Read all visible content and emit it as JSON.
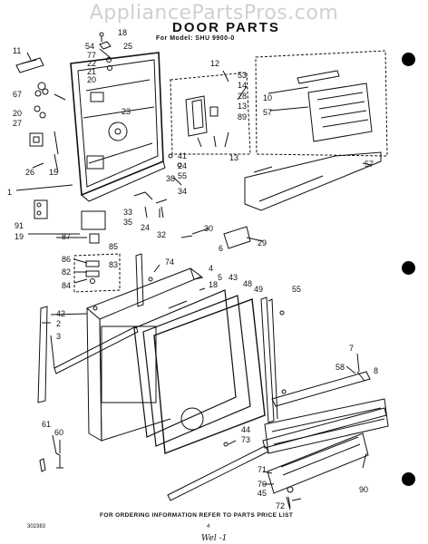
{
  "watermark": "AppliancePartsPros.com",
  "title": "DOOR PARTS",
  "model": "For Model: SHU 9900-0",
  "footer": "FOR ORDERING INFORMATION REFER TO PARTS PRICE LIST",
  "code": "302383",
  "page": "4",
  "scribble": "Wel -1",
  "callouts": [
    {
      "id": "c18a",
      "label": "18"
    },
    {
      "id": "c54",
      "label": "54"
    },
    {
      "id": "c25",
      "label": "25"
    },
    {
      "id": "c11",
      "label": "11"
    },
    {
      "id": "c77a",
      "label": "77"
    },
    {
      "id": "c22",
      "label": "22"
    },
    {
      "id": "c21",
      "label": "21"
    },
    {
      "id": "c20a",
      "label": "20"
    },
    {
      "id": "c67",
      "label": "67"
    },
    {
      "id": "c20b",
      "label": "20"
    },
    {
      "id": "c27",
      "label": "27"
    },
    {
      "id": "c26",
      "label": "26"
    },
    {
      "id": "c15",
      "label": "15"
    },
    {
      "id": "c1",
      "label": "1"
    },
    {
      "id": "c23",
      "label": "23"
    },
    {
      "id": "c12",
      "label": "12"
    },
    {
      "id": "c53",
      "label": "53"
    },
    {
      "id": "c14",
      "label": "14"
    },
    {
      "id": "c28",
      "label": "28"
    },
    {
      "id": "c13a",
      "label": "13"
    },
    {
      "id": "c89",
      "label": "89"
    },
    {
      "id": "c10",
      "label": "10"
    },
    {
      "id": "c57a",
      "label": "57"
    },
    {
      "id": "c41",
      "label": "41"
    },
    {
      "id": "c24a",
      "label": "24"
    },
    {
      "id": "c55",
      "label": "55"
    },
    {
      "id": "c13b",
      "label": "13"
    },
    {
      "id": "c57b",
      "label": "57"
    },
    {
      "id": "c38",
      "label": "38"
    },
    {
      "id": "c34",
      "label": "34"
    },
    {
      "id": "c33",
      "label": "33"
    },
    {
      "id": "c35",
      "label": "35"
    },
    {
      "id": "c24b",
      "label": "24"
    },
    {
      "id": "c32",
      "label": "32"
    },
    {
      "id": "c91",
      "label": "91"
    },
    {
      "id": "c19",
      "label": "19"
    },
    {
      "id": "c87",
      "label": "87"
    },
    {
      "id": "c85",
      "label": "85"
    },
    {
      "id": "c86",
      "label": "86"
    },
    {
      "id": "c83",
      "label": "83"
    },
    {
      "id": "c82",
      "label": "82"
    },
    {
      "id": "c84",
      "label": "84"
    },
    {
      "id": "c30",
      "label": "30"
    },
    {
      "id": "c6",
      "label": "6"
    },
    {
      "id": "c29",
      "label": "29"
    },
    {
      "id": "c74",
      "label": "74"
    },
    {
      "id": "c4",
      "label": "4"
    },
    {
      "id": "c5",
      "label": "5"
    },
    {
      "id": "c43",
      "label": "43"
    },
    {
      "id": "c48",
      "label": "48"
    },
    {
      "id": "c49",
      "label": "49"
    },
    {
      "id": "c18b",
      "label": "18"
    },
    {
      "id": "c55b",
      "label": "55"
    },
    {
      "id": "c42",
      "label": "42"
    },
    {
      "id": "c2",
      "label": "2"
    },
    {
      "id": "c3",
      "label": "3"
    },
    {
      "id": "c7",
      "label": "7"
    },
    {
      "id": "c8",
      "label": "8"
    },
    {
      "id": "c58",
      "label": "58"
    },
    {
      "id": "c61",
      "label": "61"
    },
    {
      "id": "c60",
      "label": "60"
    },
    {
      "id": "c44",
      "label": "44"
    },
    {
      "id": "c73",
      "label": "73"
    },
    {
      "id": "c71",
      "label": "71"
    },
    {
      "id": "c70",
      "label": "70"
    },
    {
      "id": "c45",
      "label": "45"
    },
    {
      "id": "c72",
      "label": "72"
    },
    {
      "id": "c90",
      "label": "90"
    }
  ]
}
